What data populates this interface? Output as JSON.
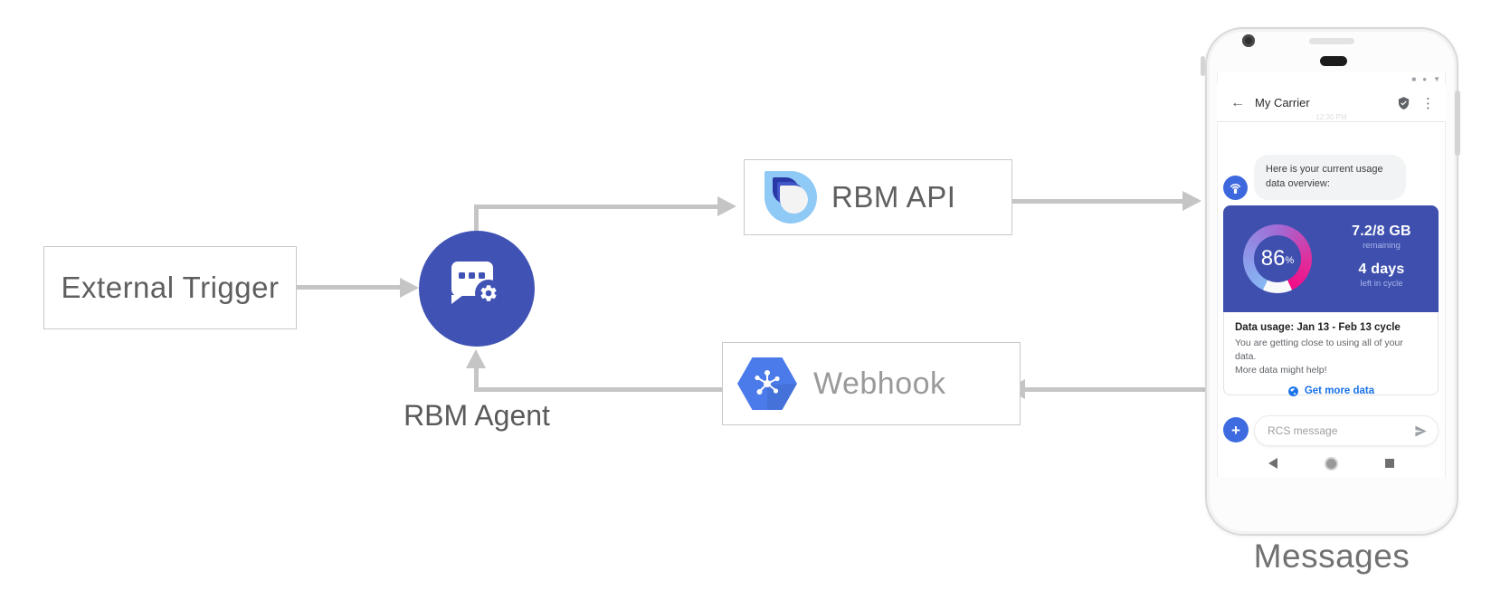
{
  "colors": {
    "arrow": "#c5c5c5",
    "agent_indigo": "#4053b5",
    "card_indigo": "#3e4fae",
    "chat_blue": "#3e68dd",
    "link_blue": "#1a73e8",
    "hex_blue": "#4b7bea",
    "logo_light_blue": "#8fc9f6",
    "gauge_start_blue": "#86b7f3",
    "gauge_end_pink": "#f20d86"
  },
  "diagram": {
    "external_trigger_label": "External Trigger",
    "rbm_agent_label": "RBM Agent",
    "rbm_api_label": "RBM API",
    "webhook_label": "Webhook",
    "phone_caption": "Messages"
  },
  "phone": {
    "status_icons": {
      "square": "■",
      "circle": "●",
      "dropdown": "▼"
    },
    "app_bar": {
      "back": "←",
      "title": "My Carrier",
      "overflow": "⋮"
    },
    "timestamp": "12:30 PM",
    "chat_bubble": "Here is your current usage data overview:",
    "usage_card": {
      "percent": "86",
      "percent_sign": "%",
      "amount": "7.2/8 GB",
      "amount_caption": "remaining",
      "days": "4 days",
      "days_caption": "left in cycle"
    },
    "usage_details": {
      "title": "Data usage: Jan 13 - Feb 13 cycle",
      "line1": "You are getting close to using all of your data.",
      "line2": "More data might help!",
      "cta": "Get more data"
    },
    "compose": {
      "plus": "+",
      "placeholder": "RCS message"
    }
  }
}
